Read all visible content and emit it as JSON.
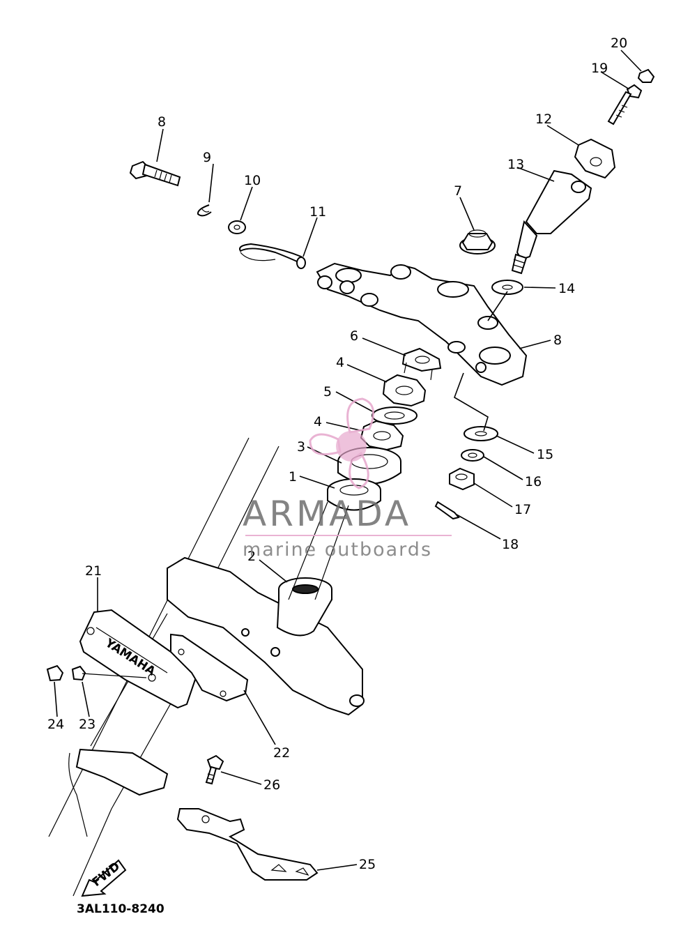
{
  "diagram": {
    "part_numbers": [
      "1",
      "2",
      "3",
      "4",
      "4",
      "5",
      "6",
      "7",
      "8",
      "9",
      "10",
      "11",
      "12",
      "13",
      "14",
      "15",
      "16",
      "17",
      "18",
      "19",
      "20",
      "21",
      "22",
      "23",
      "24",
      "25",
      "26",
      "27"
    ],
    "diagram_code": "3AL110-8240",
    "fwd_arrow_text": "FWD",
    "emblem_text": "YAMAHA"
  },
  "watermark": {
    "title": "ARMADA",
    "subtitle": "marine outboards",
    "logo_color": "#e6a6cc"
  }
}
